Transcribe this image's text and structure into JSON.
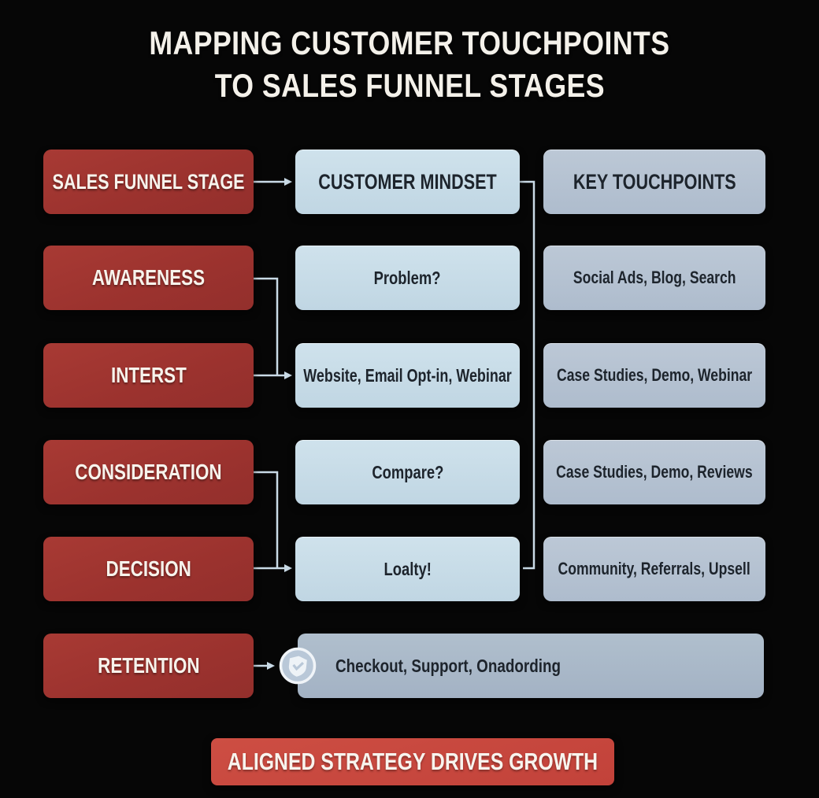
{
  "title": {
    "line1": "MAPPING CUSTOMER TOUCHPOINTS",
    "line2": "TO SALES FUNNEL STAGES"
  },
  "headers": {
    "stage": "SALES FUNNEL STAGE",
    "mindset": "CUSTOMER MINDSET",
    "touchpoints": "KEY TOUCHPOINTS"
  },
  "rows": [
    {
      "stage": "AWARENESS",
      "mindset": "Problem?",
      "touchpoints": "Social Ads, Blog, Search"
    },
    {
      "stage": "INTERST",
      "mindset": "Website, Email Opt-in, Webinar",
      "touchpoints": "Case Studies, Demo, Webinar"
    },
    {
      "stage": "CONSIDERATION",
      "mindset": "Compare?",
      "touchpoints": "Case Studies, Demo, Reviews"
    },
    {
      "stage": "DECISION",
      "mindset": "Loalty!",
      "touchpoints": "Community, Referrals, Upsell"
    },
    {
      "stage": "RETENTION",
      "wide": "Checkout, Support, Onadording"
    }
  ],
  "banner": "ALIGNED STRATEGY DRIVES GROWTH",
  "icons": {
    "badge": "shield-check"
  },
  "colors": {
    "background": "#060606",
    "stage_red": "#9e3430",
    "banner_red": "#c7473d",
    "mindset_blue": "#c6dbe7",
    "touchpoint_gray": "#b5c2d2",
    "wide_gray": "#a8b7c8",
    "connector": "#c9dae6",
    "dark_text": "#1d242c",
    "light_text": "#f5f2ec"
  }
}
